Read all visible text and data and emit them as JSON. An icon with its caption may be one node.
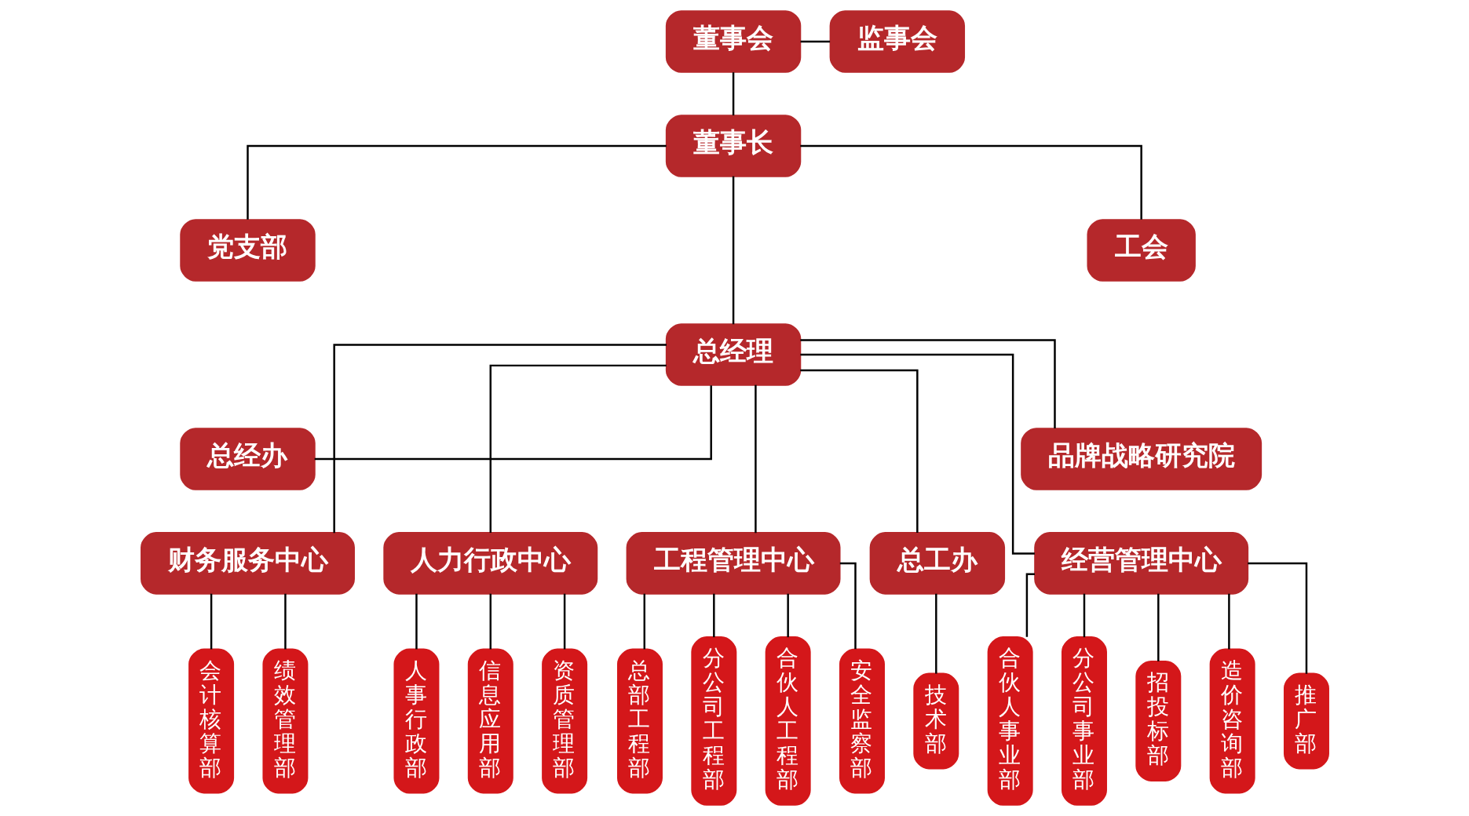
{
  "diagram": {
    "nodes": [
      {
        "text": [
          "董事会"
        ]
      },
      {
        "text": [
          "监事会"
        ]
      },
      {
        "text": [
          "董事长"
        ]
      },
      {
        "text": [
          "党支部"
        ]
      },
      {
        "text": [
          "工会"
        ]
      },
      {
        "text": [
          "总经理"
        ]
      },
      {
        "text": [
          "总经办"
        ]
      },
      {
        "text": [
          "品牌战略研究院"
        ]
      },
      {
        "text": [
          "财务服务中心"
        ]
      },
      {
        "text": [
          "人力行政中心"
        ]
      },
      {
        "text": [
          "工程管理中心"
        ]
      },
      {
        "text": [
          "总工办"
        ]
      },
      {
        "text": [
          "经营管理中心"
        ]
      },
      {
        "text": [
          "会计核算部"
        ]
      },
      {
        "text": [
          "绩效管理部"
        ]
      },
      {
        "text": [
          "人事行政部"
        ]
      },
      {
        "text": [
          "信息应用部"
        ]
      },
      {
        "text": [
          "资质管理部"
        ]
      },
      {
        "text": [
          "总部工程部"
        ]
      },
      {
        "text": [
          "分公司工程部"
        ]
      },
      {
        "text": [
          "合伙人工程部"
        ]
      },
      {
        "text": [
          "安全监察部"
        ]
      },
      {
        "text": [
          "技术部"
        ]
      },
      {
        "text": [
          "合伙人事业部"
        ]
      },
      {
        "text": [
          "分公司事业部"
        ]
      },
      {
        "text": [
          "招投标部"
        ]
      },
      {
        "text": [
          "造价咨询部"
        ]
      },
      {
        "text": [
          "推广部"
        ]
      }
    ],
    "edges": [
      {
        "from": 0,
        "to": 1,
        "arrow": "none"
      },
      {
        "from": 0,
        "to": 2,
        "arrow": "none"
      },
      {
        "from": 2,
        "to": 3,
        "arrow": "none"
      },
      {
        "from": 2,
        "to": 5,
        "arrow": "none"
      },
      {
        "from": 2,
        "to": 4,
        "arrow": "none"
      },
      {
        "from": 5,
        "to": 6,
        "arrow": "none"
      },
      {
        "from": 5,
        "to": 8,
        "arrow": "none"
      },
      {
        "from": 5,
        "to": 9,
        "arrow": "none"
      },
      {
        "from": 5,
        "to": 10,
        "arrow": "none"
      },
      {
        "from": 5,
        "to": 11,
        "arrow": "none"
      },
      {
        "from": 5,
        "to": 12,
        "arrow": "none"
      },
      {
        "from": 5,
        "to": 7,
        "arrow": "none"
      },
      {
        "from": 8,
        "to": 13,
        "arrow": "none"
      },
      {
        "from": 8,
        "to": 14,
        "arrow": "none"
      },
      {
        "from": 9,
        "to": 15,
        "arrow": "none"
      },
      {
        "from": 9,
        "to": 16,
        "arrow": "none"
      },
      {
        "from": 9,
        "to": 17,
        "arrow": "none"
      },
      {
        "from": 10,
        "to": 18,
        "arrow": "none"
      },
      {
        "from": 10,
        "to": 19,
        "arrow": "none"
      },
      {
        "from": 10,
        "to": 20,
        "arrow": "none"
      },
      {
        "from": 10,
        "to": 21,
        "arrow": "none"
      },
      {
        "from": 11,
        "to": 22,
        "arrow": "none"
      },
      {
        "from": 12,
        "to": 23,
        "arrow": "none"
      },
      {
        "from": 12,
        "to": 24,
        "arrow": "none"
      },
      {
        "from": 12,
        "to": 25,
        "arrow": "none"
      },
      {
        "from": 12,
        "to": 26,
        "arrow": "none"
      },
      {
        "from": 12,
        "to": 27,
        "arrow": "none"
      }
    ]
  }
}
